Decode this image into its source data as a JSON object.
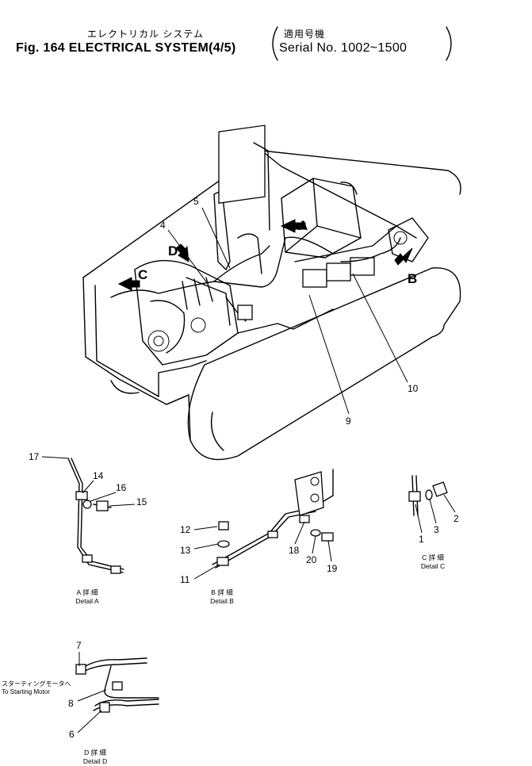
{
  "header": {
    "title_jp": "エレクトリカル システム",
    "title_en": "Fig. 164 ELECTRICAL SYSTEM(4/5)",
    "serial_jp": "適用号機",
    "serial_en": "Serial No. 1002~1500"
  },
  "main_view": {
    "arrows": [
      "A",
      "B",
      "C",
      "D"
    ],
    "callouts": [
      "4",
      "5",
      "9",
      "10"
    ]
  },
  "detail_a": {
    "caption_jp": "A 詳 細",
    "caption_en": "Detail A",
    "callouts": [
      "17",
      "14",
      "16",
      "15"
    ]
  },
  "detail_b": {
    "caption_jp": "B 詳 細",
    "caption_en": "Detail B",
    "callouts": [
      "12",
      "13",
      "11",
      "18",
      "20",
      "19"
    ]
  },
  "detail_c": {
    "caption_jp": "C 詳 細",
    "caption_en": "Detail C",
    "callouts": [
      "1",
      "3",
      "2"
    ]
  },
  "detail_d": {
    "caption_jp": "D 詳 細",
    "caption_en": "Detail D",
    "callouts": [
      "7",
      "8",
      "6"
    ],
    "label_jp": "スターティングモータへ",
    "label_en": "To Starting Motor"
  }
}
